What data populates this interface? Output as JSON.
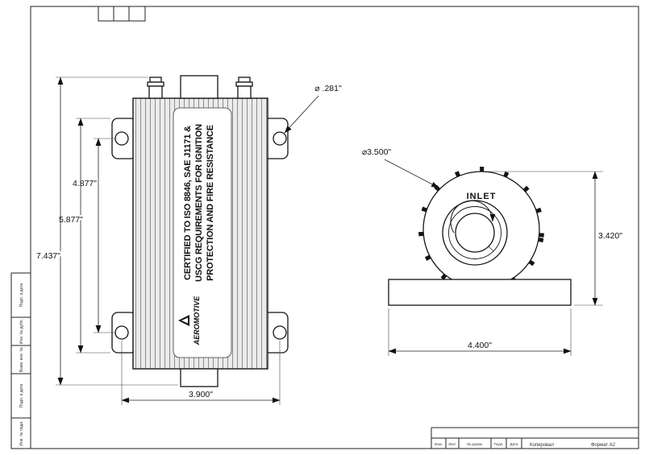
{
  "sheet": {
    "copied_label": "Копировал",
    "format_label": "Формат А2",
    "rev_cells": [
      "Изм.",
      "Лист",
      "№ докум.",
      "Подп.",
      "Дата"
    ],
    "margin_labels": [
      "Подп. и дата",
      "Инв. № дубл.",
      "Взам. инв. №",
      "Подп. и дата",
      "Инв. № подл."
    ]
  },
  "front_view": {
    "cert_line1": "CERTIFIED TO ISO 8846, SAE J1171 &",
    "cert_line2": "USCG REQUIREMENTS FOR IGNITION",
    "cert_line3": "PROTECTION AND FIRE RESISTANCE",
    "logo": "AEROMOTIVE",
    "dim_height_holes": "4.877\"",
    "dim_height_flanges": "5.877\"",
    "dim_height_overall": "7.437\"",
    "dim_width_holes": "3.900\"",
    "callout_hole": "⌀ .281\""
  },
  "end_view": {
    "inlet_label": "INLET",
    "callout_diameter": "⌀3.500\"",
    "dim_height": "3.420\"",
    "dim_width": "4.400\""
  }
}
